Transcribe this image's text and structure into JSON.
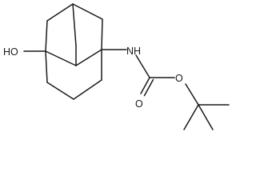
{
  "molecule": {
    "atoms": {
      "hydroxyl": "HO",
      "amine": "NH",
      "carbonyl_oxygen": "O",
      "ester_oxygen": "O"
    }
  }
}
